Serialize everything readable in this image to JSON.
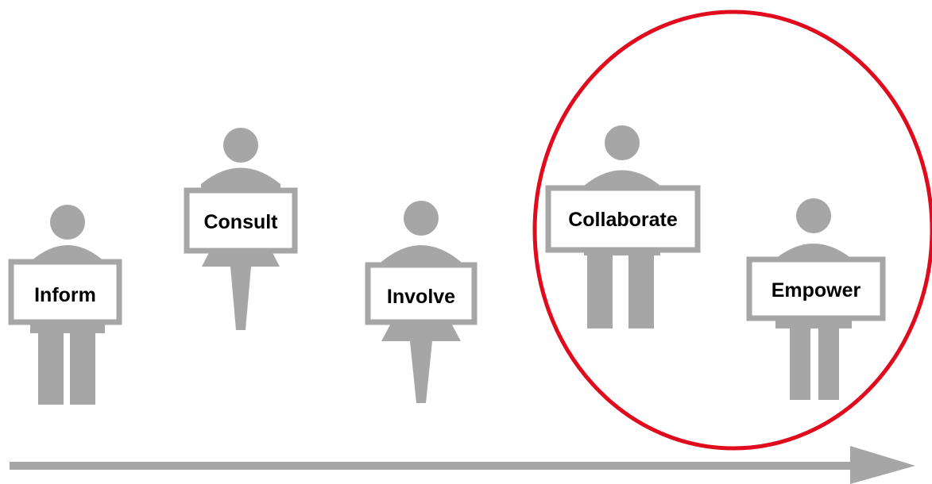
{
  "colors": {
    "figure": "#a6a6a6",
    "sign_fill": "#ffffff",
    "text": "#000000",
    "highlight": "#e00b1c",
    "arrow": "#a6a6a6"
  },
  "figures": [
    {
      "label": "Inform",
      "body": "pants"
    },
    {
      "label": "Consult",
      "body": "skirt"
    },
    {
      "label": "Involve",
      "body": "skirt"
    },
    {
      "label": "Collaborate",
      "body": "pants"
    },
    {
      "label": "Empower",
      "body": "pants"
    }
  ],
  "highlight_group": [
    "Collaborate",
    "Empower"
  ],
  "arrow_direction": "left-to-right"
}
